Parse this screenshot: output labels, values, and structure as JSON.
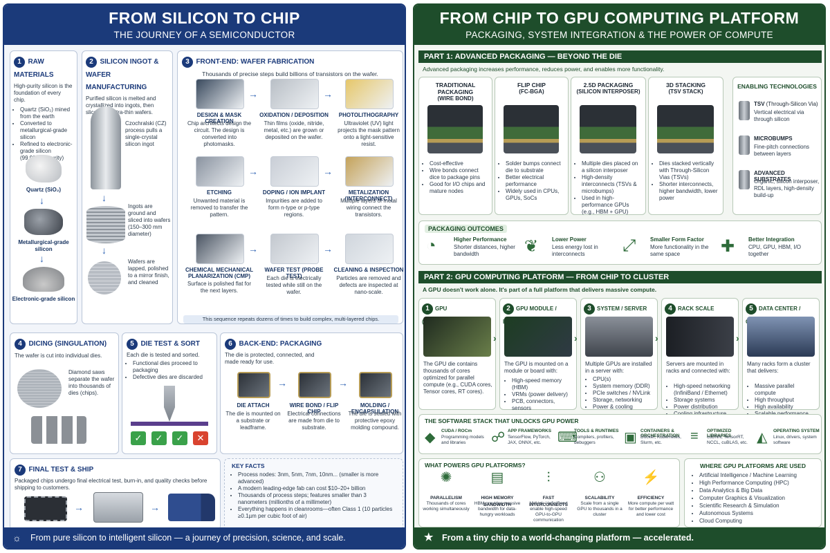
{
  "left": {
    "title": "FROM SILICON TO CHIP",
    "subtitle": "THE JOURNEY OF A SEMICONDUCTOR",
    "s1": {
      "num": "1",
      "title": "RAW MATERIALS",
      "intro": "High-purity silicon is the foundation of every chip.",
      "bullets": [
        "Quartz (SiO₂) mined from the earth",
        "Converted to metallurgical-grade silicon",
        "Refined to electronic-grade silicon (99.9999% purity)"
      ],
      "labels": [
        "Quartz (SiO₂)",
        "Metallurgical-grade silicon",
        "Electronic-grade silicon"
      ]
    },
    "s2": {
      "num": "2",
      "title": "SILICON INGOT & WAFER MANUFACTURING",
      "intro": "Purified silicon is melted and crystallized into ingots, then sliced into ultra-thin wafers.",
      "notes": [
        "Czochralski (CZ) process pulls a single-crystal silicon ingot",
        "Ingots are ground and sliced into wafers (150–300 mm diameter)",
        "Wafers are lapped, polished to a mirror finish, and cleaned"
      ]
    },
    "s3": {
      "num": "3",
      "title": "FRONT-END: WAFER FABRICATION",
      "intro": "Thousands of precise steps build billions of transistors on the wafer.",
      "steps": [
        {
          "name": "DESIGN & MASK CREATION",
          "desc": "Chip architects design the circuit. The design is converted into photomasks."
        },
        {
          "name": "OXIDATION / DEPOSITION",
          "desc": "Thin films (oxide, nitride, metal, etc.) are grown or deposited on the wafer."
        },
        {
          "name": "PHOTOLITHOGRAPHY",
          "desc": "Ultraviolet (UV) light projects the mask pattern onto a light-sensitive resist."
        },
        {
          "name": "ETCHING",
          "desc": "Unwanted material is removed to transfer the pattern."
        },
        {
          "name": "DOPING / ION IMPLANT",
          "desc": "Impurities are added to form n-type or p-type regions."
        },
        {
          "name": "METALIZATION (INTERCONNECT)",
          "desc": "Multiple layers of metal wiring connect the transistors."
        },
        {
          "name": "CHEMICAL MECHANICAL PLANARIZATION (CMP)",
          "desc": "Surface is polished flat for the next layers."
        },
        {
          "name": "WAFER TEST (PROBE TEST)",
          "desc": "Each die is electrically tested while still on the wafer."
        },
        {
          "name": "CLEANING & INSPECTION",
          "desc": "Particles are removed and defects are inspected at nano-scale."
        }
      ],
      "repeat": "This sequence repeats dozens of times to build complex, multi-layered chips."
    },
    "s4": {
      "num": "4",
      "title": "DICING (SINGULATION)",
      "intro": "The wafer is cut into individual dies.",
      "note": "Diamond saws separate the wafer into thousands of dies (chips)."
    },
    "s5": {
      "num": "5",
      "title": "DIE TEST & SORT",
      "intro": "Each die is tested and sorted.",
      "bullets": [
        "Functional dies proceed to packaging",
        "Defective dies are discarded"
      ]
    },
    "s6": {
      "num": "6",
      "title": "BACK-END: PACKAGING",
      "intro": "The die is protected, connected, and made ready for use.",
      "steps": [
        {
          "name": "DIE ATTACH",
          "desc": "The die is mounted on a substrate or leadframe."
        },
        {
          "name": "WIRE BOND / FLIP CHIP",
          "desc": "Electrical connections are made from die to substrate."
        },
        {
          "name": "MOLDING / ENCAPSULATION",
          "desc": "The die is sealed with protective epoxy molding compound."
        }
      ]
    },
    "s7": {
      "num": "7",
      "title": "FINAL TEST & SHIP",
      "intro": "Packaged chips undergo final electrical test, burn-in, and quality checks before shipping to customers."
    },
    "facts": {
      "title": "KEY FACTS",
      "items": [
        "Process nodes: 3nm, 5nm, 7nm, 10nm... (smaller is more advanced)",
        "A modern leading-edge fab can cost $10–20+ billion",
        "Thousands of process steps; features smaller than 3 nanometers (millionths of a millimeter)",
        "Everything happens in cleanrooms—often Class 1 (10 particles ≥0.1µm per cubic foot of air)"
      ]
    },
    "footer": "From pure silicon to intelligent silicon — a journey of precision, science, and scale."
  },
  "right": {
    "title": "FROM CHIP TO GPU COMPUTING PLATFORM",
    "subtitle": "PACKAGING, SYSTEM INTEGRATION & THE POWER OF COMPUTE",
    "part1": {
      "title": "PART 1: ADVANCED PACKAGING — BEYOND THE DIE",
      "intro": "Advanced packaging increases performance, reduces power, and enables more functionality.",
      "cols": [
        {
          "title": "TRADITIONAL PACKAGING",
          "sub": "(WIRE BOND)",
          "bullets": [
            "Cost-effective",
            "Wire bonds connect dice to package pins",
            "Good for I/O chips and mature nodes"
          ]
        },
        {
          "title": "FLIP CHIP",
          "sub": "(FC-BGA)",
          "bullets": [
            "Solder bumps connect die to substrate",
            "Better electrical performance",
            "Widely used in CPUs, GPUs, SoCs"
          ]
        },
        {
          "title": "2.5D PACKAGING",
          "sub": "(SILICON INTERPOSER)",
          "bullets": [
            "Multiple dies placed on a silicon interposer",
            "High-density interconnects (TSVs & microbumps)",
            "Used in high-performance GPUs (e.g., HBM + GPU)"
          ]
        },
        {
          "title": "3D STACKING",
          "sub": "(TSV STACK)",
          "bullets": [
            "Dies stacked vertically with Through-Silicon Vias (TSVs)",
            "Shorter interconnects, higher bandwidth, lower power"
          ]
        }
      ],
      "enabling": {
        "title": "ENABLING TECHNOLOGIES",
        "items": [
          {
            "name": "TSV",
            "extra": "(Through-Silicon Via)",
            "desc": "Vertical electrical via through silicon"
          },
          {
            "name": "MICROBUMPS",
            "extra": "",
            "desc": "Fine-pitch connections between layers"
          },
          {
            "name": "ADVANCED SUBSTRATES",
            "extra": "",
            "desc": "Organic, silicon interposer, RDL layers, high-density build-up"
          }
        ]
      },
      "outcomes": {
        "title": "PACKAGING OUTCOMES",
        "items": [
          {
            "name": "Higher Performance",
            "desc": "Shorter distances, higher bandwidth"
          },
          {
            "name": "Lower Power",
            "desc": "Less energy lost in interconnects"
          },
          {
            "name": "Smaller Form Factor",
            "desc": "More functionality in the same space"
          },
          {
            "name": "Better Integration",
            "desc": "CPU, GPU, HBM, I/O together"
          }
        ]
      }
    },
    "part2": {
      "title": "PART 2: GPU COMPUTING PLATFORM — FROM CHIP TO CLUSTER",
      "intro": "A GPU doesn't work alone. It's part of a full platform that delivers massive compute.",
      "stages": [
        {
          "num": "1",
          "title": "GPU (ACCELERATOR)",
          "desc": "The GPU die contains thousands of cores optimized for parallel compute (e.g., CUDA cores, Tensor cores, RT cores).",
          "bullets": []
        },
        {
          "num": "2",
          "title": "GPU MODULE / BOARD",
          "desc": "The GPU is mounted on a module or board with:",
          "bullets": [
            "High-speed memory (HBM)",
            "VRMs (power delivery)",
            "PCB, connectors, sensors"
          ]
        },
        {
          "num": "3",
          "title": "SYSTEM / SERVER",
          "desc": "Multiple GPUs are installed in a server with:",
          "bullets": [
            "CPU(s)",
            "System memory (DDR)",
            "PCIe switches / NVLink",
            "Storage, networking",
            "Power & cooling"
          ]
        },
        {
          "num": "4",
          "title": "RACK SCALE",
          "desc": "Servers are mounted in racks and connected with:",
          "bullets": [
            "High-speed networking (InfiniBand / Ethernet)",
            "Storage systems",
            "Power distribution",
            "Cooling infrastructure"
          ]
        },
        {
          "num": "5",
          "title": "DATA CENTER / CLUSTER",
          "desc": "Many racks form a cluster that delivers:",
          "bullets": [
            "Massive parallel compute",
            "High throughput",
            "High availability",
            "Scalable performance"
          ]
        }
      ],
      "software": {
        "title": "THE SOFTWARE STACK THAT UNLOCKS GPU POWER",
        "items": [
          {
            "name": "CUDA / ROCm",
            "desc": "Programming models and libraries"
          },
          {
            "name": "APP FRAMEWORKS",
            "desc": "TensorFlow, PyTorch, JAX, ONNX, etc."
          },
          {
            "name": "TOOLS & RUNTIMES",
            "desc": "Compilers, profilers, debuggers"
          },
          {
            "name": "CONTAINERS & ORCHESTRATION",
            "desc": "Docker, Kubernetes, Slurm, etc."
          },
          {
            "name": "OPTIMIZED LIBRARIES",
            "desc": "cuDNN, TensorRT, NCCL, cuBLAS, etc."
          },
          {
            "name": "OPERATING SYSTEM",
            "desc": "Linux, drivers, system software"
          }
        ]
      },
      "powers": {
        "title": "WHAT POWERS GPU PLATFORMS?",
        "items": [
          {
            "name": "PARALLELISM",
            "desc": "Thousands of cores working simultaneously"
          },
          {
            "name": "HIGH MEMORY BANDWIDTH",
            "desc": "HBM provides massive bandwidth for data-hungry workloads"
          },
          {
            "name": "FAST INTERCONNECTS",
            "desc": "NVLink / InfiniBand enable high-speed GPU-to-GPU communication"
          },
          {
            "name": "SCALABILITY",
            "desc": "Scale from a single GPU to thousands in a cluster"
          },
          {
            "name": "EFFICIENCY",
            "desc": "More compute per watt for better performance and lower cost"
          }
        ]
      },
      "uses": {
        "title": "WHERE GPU PLATFORMS ARE USED",
        "items": [
          "Artificial Intelligence / Machine Learning",
          "High Performance Computing (HPC)",
          "Data Analytics & Big Data",
          "Computer Graphics & Visualization",
          "Scientific Research & Simulation",
          "Autonomous Systems",
          "Cloud Computing"
        ]
      }
    },
    "footer": "From a tiny chip to a world-changing platform — accelerated."
  },
  "colors": {
    "navy": "#1b3a7a",
    "green": "#1e4d2b",
    "pass": "#3aa14a",
    "fail": "#d9432f"
  }
}
